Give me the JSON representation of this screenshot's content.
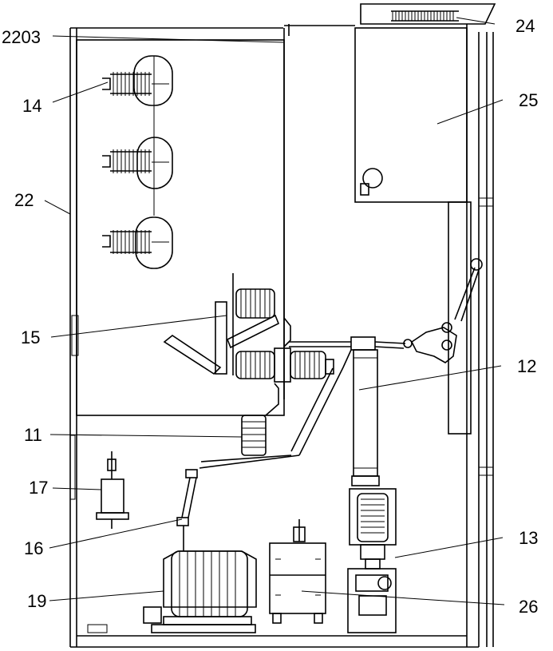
{
  "figure": {
    "labels": [
      {
        "id": "2203",
        "text": "2203"
      },
      {
        "id": "14",
        "text": "14"
      },
      {
        "id": "22",
        "text": "22"
      },
      {
        "id": "15",
        "text": "15"
      },
      {
        "id": "11",
        "text": "11"
      },
      {
        "id": "17",
        "text": "17"
      },
      {
        "id": "16",
        "text": "16"
      },
      {
        "id": "19",
        "text": "19"
      },
      {
        "id": "24",
        "text": "24"
      },
      {
        "id": "25",
        "text": "25"
      },
      {
        "id": "12",
        "text": "12"
      },
      {
        "id": "13",
        "text": "13"
      },
      {
        "id": "26",
        "text": "26"
      }
    ]
  }
}
